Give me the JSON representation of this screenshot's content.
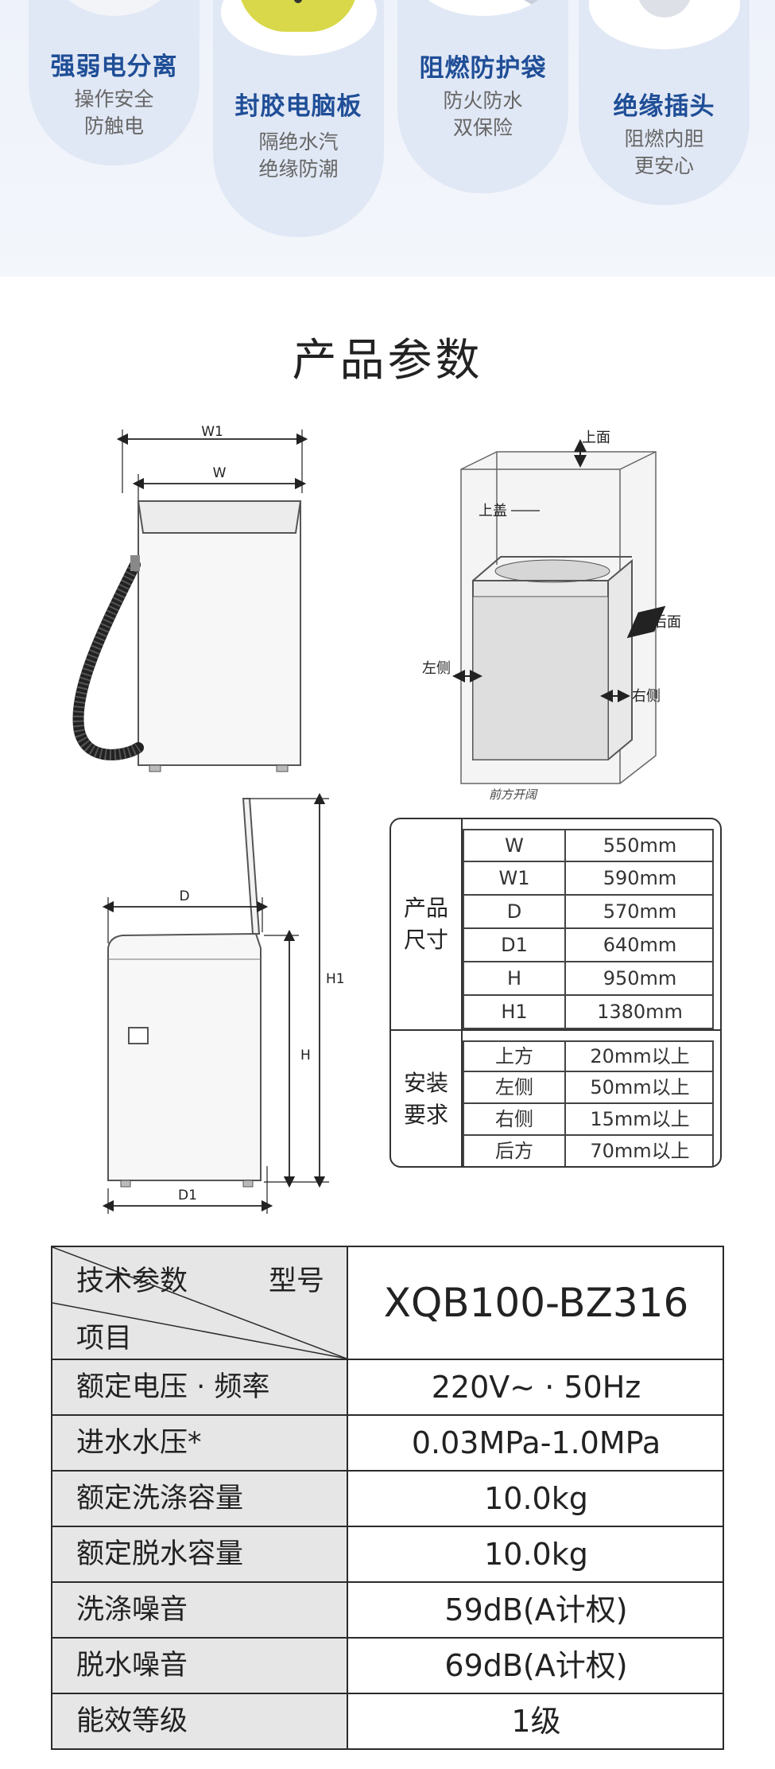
{
  "features": [
    {
      "title": "强弱电分离",
      "lines": [
        "操作安全",
        "防触电"
      ]
    },
    {
      "title": "封胶电脑板",
      "lines": [
        "隔绝水汽",
        "绝缘防潮"
      ]
    },
    {
      "title": "阻燃防护袋",
      "lines": [
        "防火防水",
        "双保险"
      ]
    },
    {
      "title": "绝缘插头",
      "lines": [
        "阻燃内胆",
        "更安心"
      ]
    }
  ],
  "section_title": "产品参数",
  "diagram_front": {
    "w1": "W1",
    "w": "W"
  },
  "diagram_iso": {
    "top": "上面",
    "lid": "上盖",
    "back": "后面",
    "left": "左侧",
    "right": "右侧",
    "front": "前方开阔"
  },
  "diagram_side": {
    "d": "D",
    "d1": "D1",
    "h": "H",
    "h1": "H1"
  },
  "dimension_table": {
    "group_size": [
      "产品",
      "尺寸"
    ],
    "group_install": [
      "安装",
      "要求"
    ],
    "size_rows": [
      {
        "key": "W",
        "value": "550mm"
      },
      {
        "key": "W1",
        "value": "590mm"
      },
      {
        "key": "D",
        "value": "570mm"
      },
      {
        "key": "D1",
        "value": "640mm"
      },
      {
        "key": "H",
        "value": "950mm"
      },
      {
        "key": "H1",
        "value": "1380mm"
      }
    ],
    "install_rows": [
      {
        "key": "上方",
        "value": "20mm以上"
      },
      {
        "key": "左侧",
        "value": "50mm以上"
      },
      {
        "key": "右侧",
        "value": "15mm以上"
      },
      {
        "key": "后方",
        "value": "70mm以上"
      }
    ]
  },
  "spec_table": {
    "header": {
      "param": "技术参数",
      "model_label": "型号",
      "item": "项目",
      "model": "XQB100-BZ316"
    },
    "rows": [
      {
        "label": "额定电压 · 频率",
        "value": "220V~ · 50Hz"
      },
      {
        "label": "进水水压*",
        "value": "0.03MPa-1.0MPa"
      },
      {
        "label": "额定洗涤容量",
        "value": "10.0kg"
      },
      {
        "label": "额定脱水容量",
        "value": "10.0kg"
      },
      {
        "label": "洗涤噪音",
        "value": "59dB(A计权)"
      },
      {
        "label": "脱水噪音",
        "value": "69dB(A计权)"
      },
      {
        "label": "能效等级",
        "value": "1级"
      }
    ]
  },
  "colors": {
    "feature_title": "#1f4e97",
    "feature_bg": "#e1e8f5",
    "table_header_bg": "#e6e6e6",
    "line": "#2b2b2b"
  }
}
